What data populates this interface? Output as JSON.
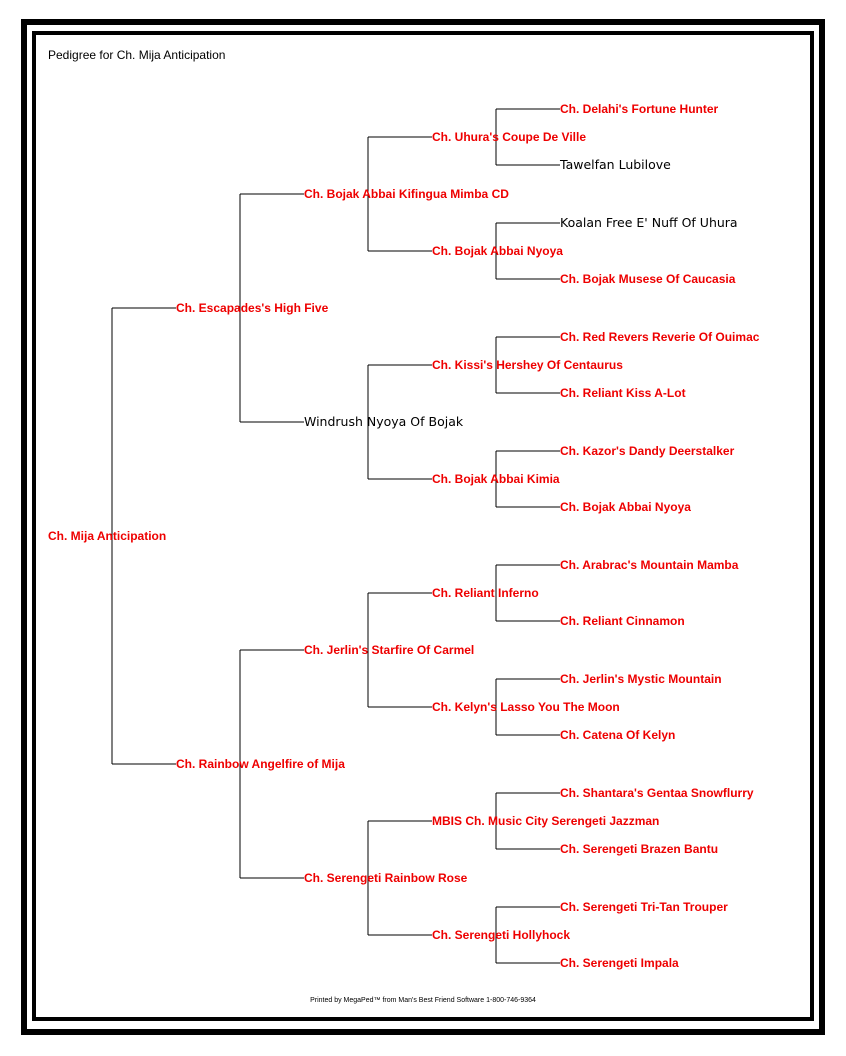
{
  "title": "Pedigree for Ch. Mija Anticipation",
  "footer": "Printed by MegaPed™ from Man's Best Friend Software 1-800-746-9364",
  "colors": {
    "champion": "#ee0000",
    "other": "#000000",
    "border": "#000000"
  },
  "pedigree": {
    "subject": "Ch. Mija Anticipation",
    "sire": "Ch. Escapades's High Five",
    "dam": "Ch. Rainbow Angelfire of Mija",
    "sire_sire": "Ch. Bojak Abbai Kifingua Mimba CD",
    "sire_dam": "Windrush Nyoya Of Bojak",
    "dam_sire": "Ch. Jerlin's Starfire Of Carmel",
    "dam_dam": "Ch. Serengeti Rainbow Rose",
    "gen3": [
      "Ch. Uhura's Coupe De Ville",
      "Ch. Bojak Abbai Nyoya",
      "Ch. Kissi's Hershey Of Centaurus",
      "Ch. Bojak Abbai Kimia",
      "Ch. Reliant Inferno",
      "Ch. Kelyn's Lasso You The Moon",
      "MBIS Ch. Music City Serengeti Jazzman",
      "Ch. Serengeti Hollyhock"
    ],
    "gen4": [
      "Ch. Delahi's Fortune Hunter",
      "Tawelfan Lubilove",
      "Koalan Free E' Nuff Of Uhura",
      "Ch. Bojak Musese Of Caucasia",
      "Ch. Red Revers Reverie Of Ouimac",
      "Ch. Reliant Kiss A-Lot",
      "Ch. Kazor's Dandy Deerstalker",
      "Ch. Bojak Abbai Nyoya",
      "Ch. Arabrac's Mountain Mamba",
      "Ch. Reliant Cinnamon",
      "Ch. Jerlin's Mystic Mountain",
      "Ch. Catena Of Kelyn",
      "Ch. Shantara's Gentaa Snowflurry",
      "Ch. Serengeti Brazen Bantu",
      "Ch. Serengeti Tri-Tan Trouper",
      "Ch. Serengeti Impala"
    ]
  }
}
